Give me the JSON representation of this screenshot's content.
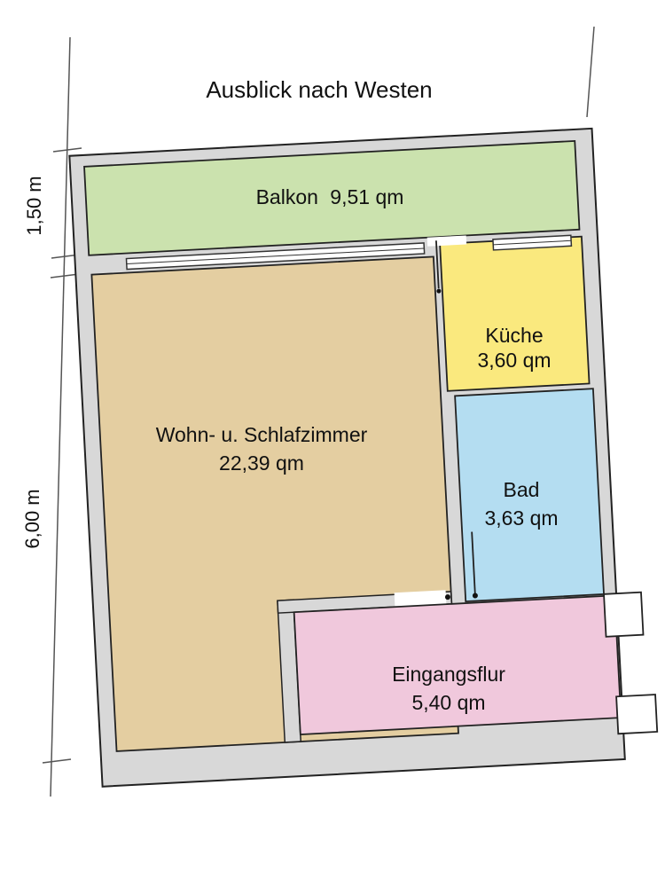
{
  "title": "Ausblick nach Westen",
  "dimension_labels": {
    "balcony_depth": "1,50 m",
    "apartment_depth": "6,00 m"
  },
  "rooms": {
    "balcony": {
      "name": "Balkon",
      "area": "9,51 qm",
      "color": "#cbe2ae"
    },
    "living": {
      "name": "Wohn- u. Schlafzimmer",
      "area": "22,39 qm",
      "color": "#e4cea1"
    },
    "kitchen": {
      "name": "Küche",
      "area": "3,60 qm",
      "color": "#fae97e"
    },
    "bath": {
      "name": "Bad",
      "area": "3,63 qm",
      "color": "#b4ddf1"
    },
    "hall": {
      "name": "Eingangsflur",
      "area": "5,40 qm",
      "color": "#f0c8dc"
    }
  },
  "colors": {
    "wall": "#d8d8d8",
    "outline": "#222222",
    "background": "#ffffff"
  }
}
